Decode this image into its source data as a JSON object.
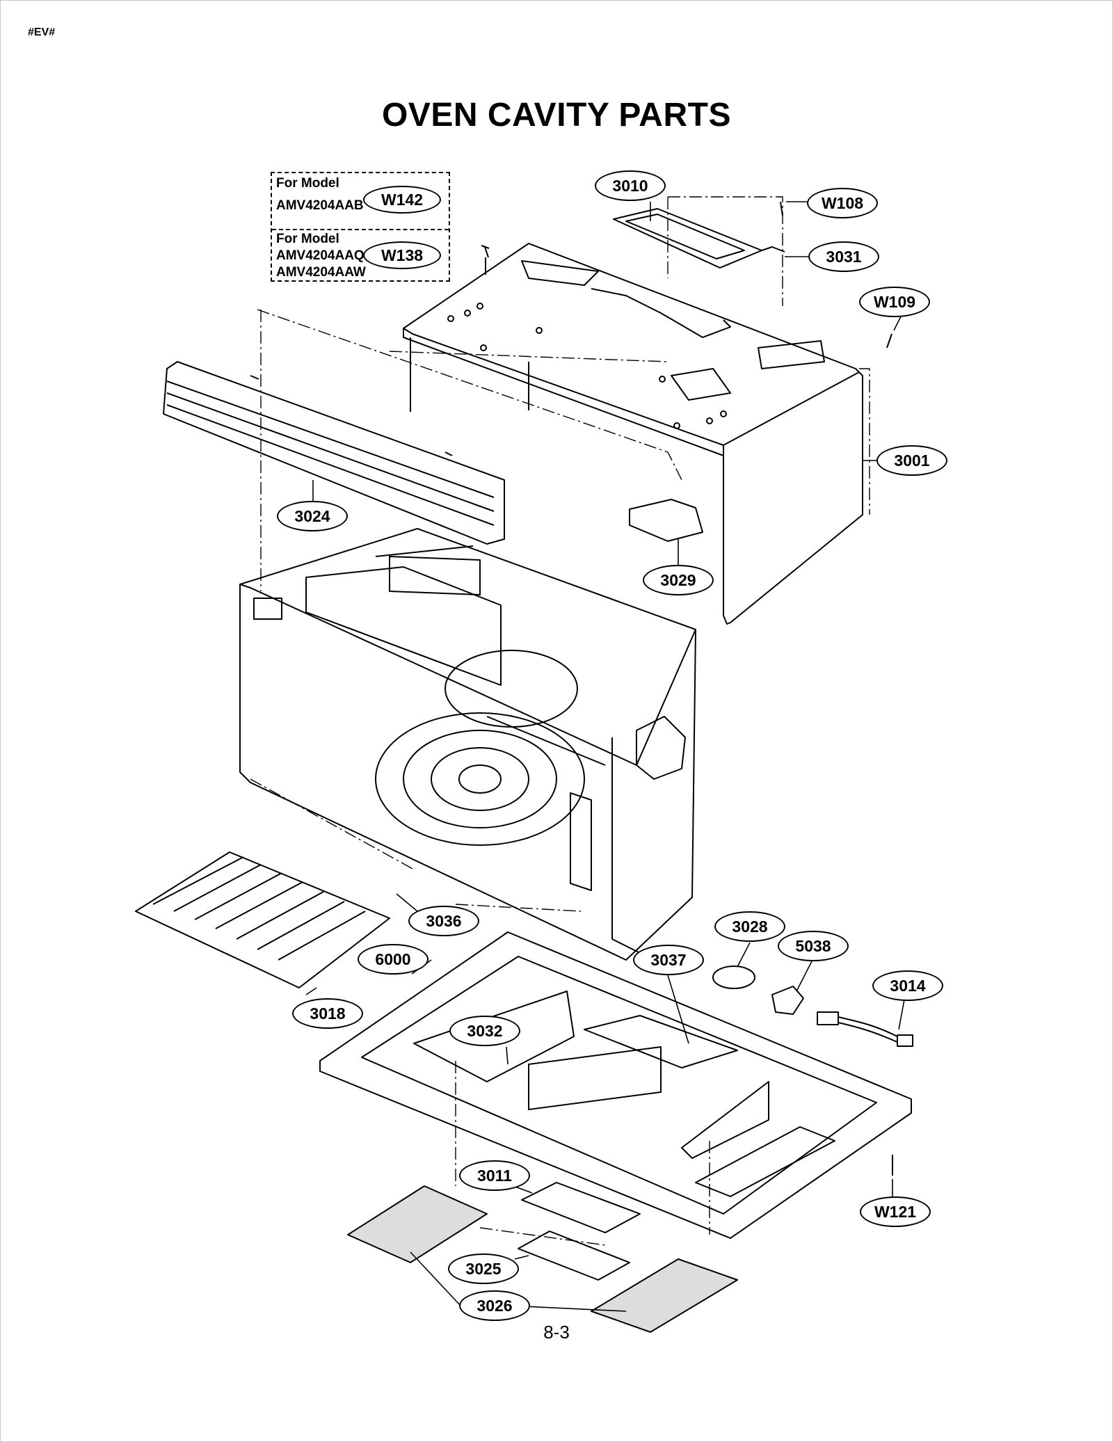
{
  "header": {
    "code": "#EV#",
    "title": "OVEN CAVITY PARTS"
  },
  "model_note": {
    "group_1": {
      "line1": "For Model",
      "line2": "AMV4204AAB",
      "code": "W142"
    },
    "group_2": {
      "line1": "For Model",
      "line2": "AMV4204AAQ",
      "line3": "AMV4204AAW",
      "code": "W138"
    }
  },
  "callouts": {
    "p3010": "3010",
    "w108": "W108",
    "p3031": "3031",
    "w109": "W109",
    "p3001": "3001",
    "p3024": "3024",
    "p3029": "3029",
    "p3036": "3036",
    "p3028": "3028",
    "p5038": "5038",
    "p6000": "6000",
    "p3037": "3037",
    "p3014": "3014",
    "p3018": "3018",
    "p3032": "3032",
    "p3011": "3011",
    "w121": "W121",
    "p3025": "3025",
    "p3026": "3026"
  },
  "footer": {
    "page_number": "8-3"
  }
}
